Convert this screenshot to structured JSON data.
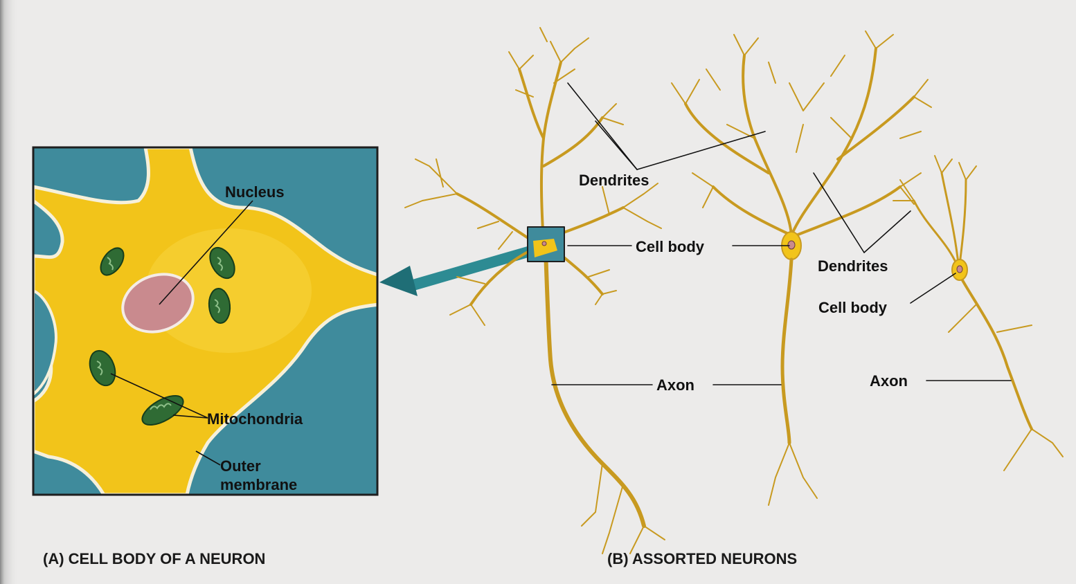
{
  "colors": {
    "cytoplasm": "#f2c41a",
    "extracellular": "#3f8b9c",
    "neuron_stroke": "#b8891a",
    "nucleus": "#c98a8e",
    "mitochondria": "#2f6b34",
    "arrow": "#2d8b93"
  },
  "panel_a": {
    "labels": {
      "nucleus": "Nucleus",
      "mitochondria": "Mitochondria",
      "outer_membrane_line1": "Outer",
      "outer_membrane_line2": "membrane"
    },
    "caption": "(A) CELL BODY OF A NEURON"
  },
  "panel_b": {
    "labels": {
      "dendrites_1": "Dendrites",
      "cell_body_1": "Cell body",
      "axon_1": "Axon",
      "dendrites_2": "Dendrites",
      "cell_body_2": "Cell body",
      "axon_2": "Axon"
    },
    "caption": "(B) ASSORTED NEURONS"
  }
}
